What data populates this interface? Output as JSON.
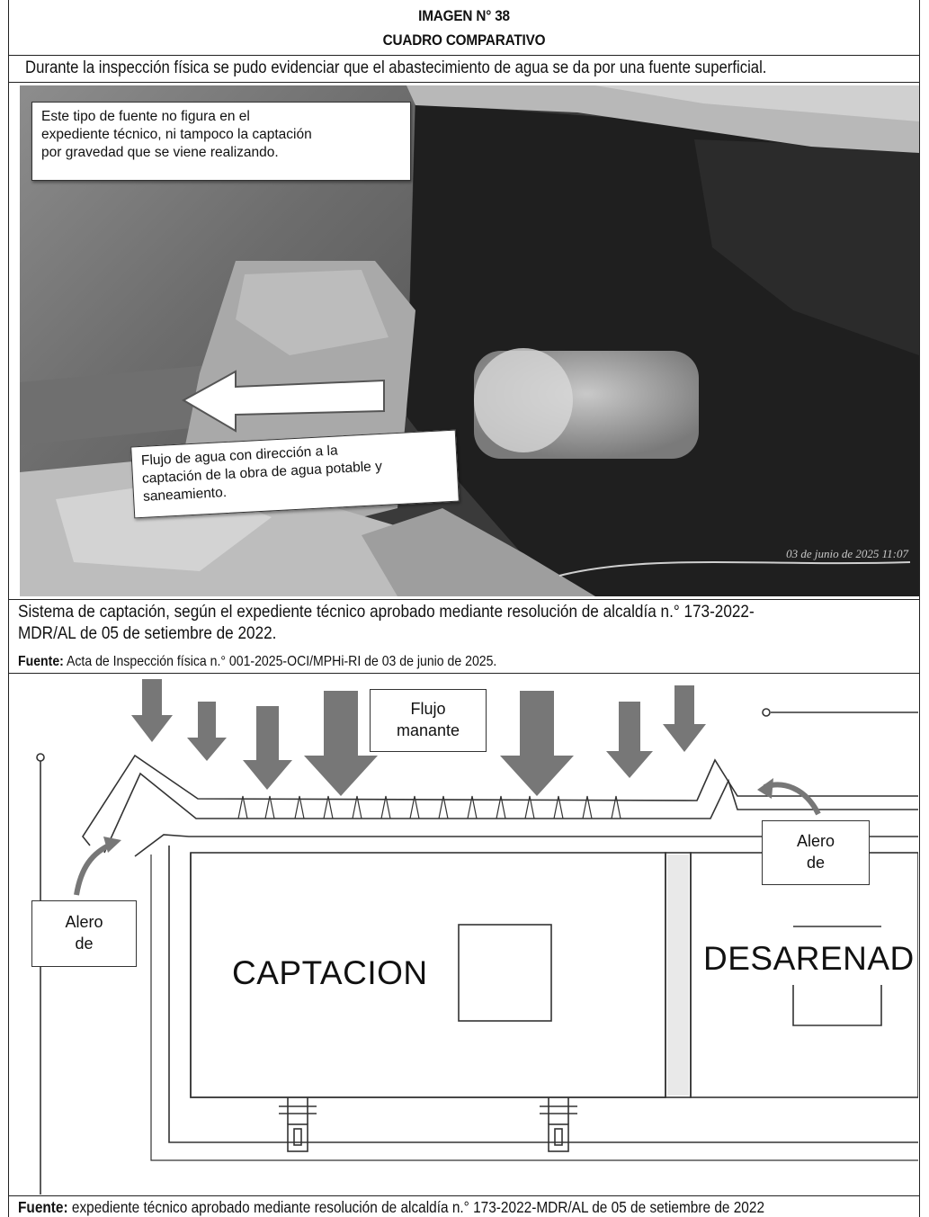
{
  "header": {
    "image_number": "IMAGEN N° 38",
    "title": "CUADRO COMPARATIVO"
  },
  "intro_text": "Durante la inspección física se pudo evidenciar que el abastecimiento de agua se da por una fuente superficial.",
  "photo": {
    "callout_top": [
      "Este tipo de fuente no figura en el",
      "expediente técnico, ni tampoco la captación",
      "por gravedad que se viene realizando."
    ],
    "callout_bottom": [
      "Flujo de agua con dirección a la",
      "captación de la obra de agua potable y",
      "saneamiento."
    ],
    "timestamp": "03 de junio de 2025 11:07"
  },
  "system_text": {
    "line1": "Sistema de captación, según el expediente técnico aprobado mediante resolución de alcaldía n.° 173-2022-",
    "line2": "MDR/AL de 05 de setiembre de 2022."
  },
  "source_1": {
    "label": "Fuente:",
    "text": " Acta de Inspección física n.° 001-2025-OCI/MPHi-RI de 03 de junio de 2025."
  },
  "diagram": {
    "flow_label": [
      "Flujo",
      "manante"
    ],
    "alero_left": [
      "Alero",
      "de"
    ],
    "alero_right": [
      "Alero",
      "de"
    ],
    "captacion_label": "CAPTACION",
    "desarenador_label": "DESARENAD"
  },
  "source_2": {
    "label": "Fuente:",
    "text": " expediente técnico aprobado mediante resolución de alcaldía n.° 173-2022-MDR/AL de 05 de setiembre de 2022"
  }
}
